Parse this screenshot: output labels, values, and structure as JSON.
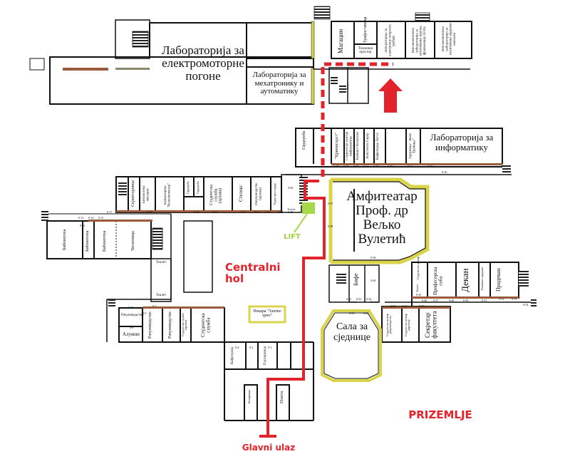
{
  "floor_title": "PRIZEMLJE",
  "colors": {
    "route": "#e3232b",
    "lift": "#a6d94a",
    "wall": "#111111",
    "wall_fill": "#c8c17a",
    "yellow_wall": "#d9d44a",
    "brick": "#9a5a3c"
  },
  "annotations": {
    "central_hall": "Centralni hol",
    "main_entrance": "Glavni ulaz",
    "lift": "LIFT",
    "route_icon": "route-arrow-up"
  },
  "rooms_large": {
    "lab_motors": "Лабораторија за електромоторне погоне",
    "lab_mechatronics": "Лабораторија за мехатронику и аутоматику",
    "lab_informatics": "Лабораторија за информатику",
    "amphitheatre": "Амфитеатар Проф. др Вељко Вулетић",
    "meeting_hall": "Сала за сједнице"
  },
  "rooms_top_right": [
    "Магацин",
    "Трафостаница",
    "Технички простор",
    "Лабораторија за електричне покретне уређаје",
    "Високонапонска лабораторија за испитивање напона фреквенције 50 Hz",
    "Високонапонска лабораторија за испитивање ударним напоном"
  ],
  "rooms_informatics_row": [
    "Гардероба",
    "\"Црвени крст\"",
    "Студентски центар информатике",
    "Кабинет Колектив",
    "Асистенти Смјер",
    "Кафетерија Логос",
    "Удружење \"Жене Требиње\""
  ],
  "rooms_west_row": [
    "Скриптарница",
    "Библиотека магацин",
    "Канцеларија \"Колизиометар\"",
    "Гардероба",
    "Гардероба",
    "Студентска служба (архива)",
    "Стелекс",
    "Рачуноводство (архива)",
    "Радна просторија"
  ],
  "rooms_library": [
    "Библиотека",
    "Библиотека",
    "Библиотека",
    "Читаоница"
  ],
  "rooms_south_west": [
    "Рачуноводство",
    "Алумни",
    "Рачуноводство",
    "Рачуноводство",
    "Студентска служба (архива)",
    "Студентска служба",
    "Кафетерија",
    "Портирница",
    "Копирница",
    "Пошта"
  ],
  "kiosk": "Пекара \"Златно зрно\"",
  "rooms_east": [
    "Бифе",
    "Студентски центар",
    "Тоалет",
    "Професорска соба",
    "Декан",
    "Технички сарадник",
    "Продекан",
    "Студентски центар рачуноводство",
    "Студентски центар директор",
    "Секретар факултета"
  ],
  "toilets": [
    "Тоалет",
    "Тоалет",
    "Тоалет",
    "Тоалет",
    "Тоалет",
    "Тоалет"
  ],
  "room_numbers": [
    "0-13",
    "0-14",
    "0-15",
    "0-16",
    "0-17",
    "0-18",
    "0-20",
    "0-21",
    "0-22",
    "0-22a",
    "0-23",
    "0-24",
    "0-25",
    "0-28",
    "0-29",
    "0-30",
    "0-31",
    "0-32",
    "0-33",
    "0-34",
    "0-35",
    "0-36",
    "0-37",
    "0-38",
    "0-39",
    "0-40",
    "0-41",
    "0-42",
    "0-43",
    "0-44",
    "0-45",
    "0-46",
    "0-47",
    "0-48",
    "0-50",
    "0-51",
    "0-52",
    "0-53",
    "0-54",
    "0-55",
    "0-56",
    "0-57",
    "0-58",
    "0-60",
    "0-10",
    "0-9",
    "0-8",
    "0-7",
    "0-4",
    "0-3",
    "0-1"
  ]
}
